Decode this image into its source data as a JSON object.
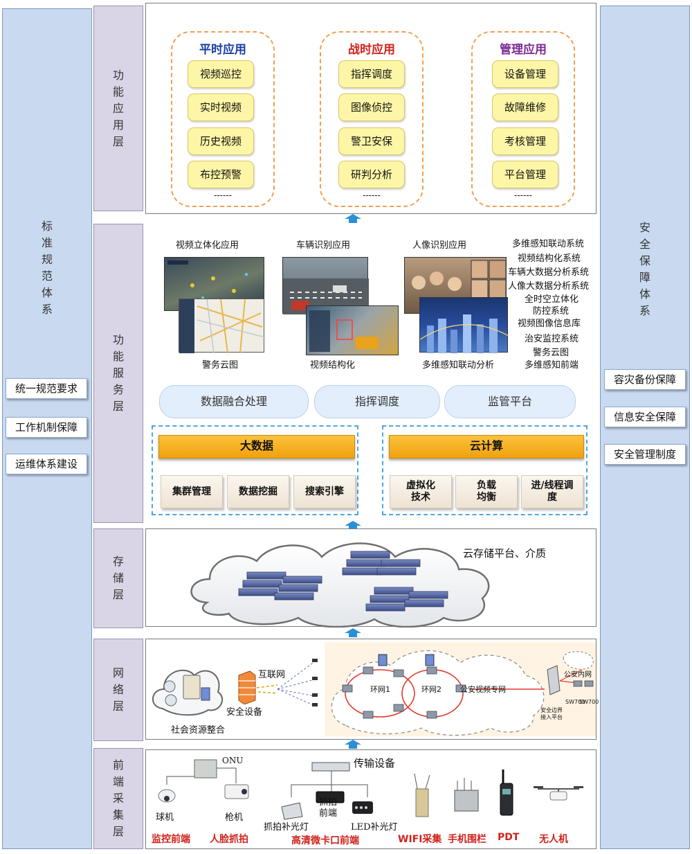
{
  "left_column": {
    "title": "标准规范体系",
    "items": [
      "统一规范要求",
      "工作机制保障",
      "运维体系建设"
    ]
  },
  "right_column": {
    "title": "安全保障体系",
    "items": [
      "容灾备份保障",
      "信息安全保障",
      "安全管理制度"
    ]
  },
  "layers": {
    "app": "功能应用层",
    "service": "功能服务层",
    "storage": "存储层",
    "network": "网络层",
    "frontend": "前端采集层"
  },
  "app_layer": {
    "groups": [
      {
        "title": "平时应用",
        "color": "#1a3fa3",
        "items": [
          "视频巡控",
          "实时视频",
          "历史视频",
          "布控预警"
        ],
        "more": "------"
      },
      {
        "title": "战时应用",
        "color": "#d0221b",
        "items": [
          "指挥调度",
          "图像侦控",
          "警卫安保",
          "研判分析"
        ],
        "more": "------"
      },
      {
        "title": "管理应用",
        "color": "#7b2c91",
        "items": [
          "设备管理",
          "故障维修",
          "考核管理",
          "平台管理"
        ],
        "more": "------"
      }
    ]
  },
  "service_layer": {
    "images": [
      {
        "top": "视频立体化应用",
        "bottom": "警务云图"
      },
      {
        "top": "车辆识别应用",
        "bottom": "视频结构化"
      },
      {
        "top": "人像识别应用",
        "bottom": "多维感知联动分析"
      }
    ],
    "systems": [
      "多维感知联动系统",
      "视频结构化系统",
      "车辆大数据分析系统",
      "人像大数据分析系统",
      "全时空立体化",
      "防控系统",
      "视频图像信息库",
      "治安监控系统",
      "警务云图",
      "多维感知前端"
    ],
    "pills": [
      "数据融合处理",
      "指挥调度",
      "监管平台"
    ],
    "bigdata": {
      "title": "大数据",
      "items": [
        "集群管理",
        "数据挖掘",
        "搜索引擎"
      ]
    },
    "cloud": {
      "title": "云计算",
      "items": [
        "虚拟化\n技术",
        "负载\n均衡",
        "进/线程调\n度"
      ]
    }
  },
  "storage_layer": {
    "caption": "云存储平台、介质"
  },
  "network_layer": {
    "social": "社会资源整合",
    "security": "安全设备",
    "internet": "互联网",
    "ring1": "环网1",
    "ring2": "环网2",
    "private_net": "公安视频专网",
    "police_net": "公安内网",
    "boundary": "安全边界\n接入平台",
    "sw1": "SW700",
    "sw2": "SW700"
  },
  "frontend_layer": {
    "onu": "ONU",
    "transmission": "传输设备",
    "dome": "球机",
    "bullet": "枪机",
    "fill_light": "抓拍补光灯",
    "capture_front": "抓拍\n前端",
    "led_light": "LED补光灯",
    "labels": [
      "监控前端",
      "人脸抓拍",
      "高清微卡口前端",
      "WIFI采集",
      "手机围栏",
      "PDT",
      "无人机"
    ]
  },
  "colors": {
    "accent_blue": "#2b8fd6",
    "red": "#d0221b",
    "orange": "#f0a10e",
    "dash_orange": "#f0a050"
  }
}
